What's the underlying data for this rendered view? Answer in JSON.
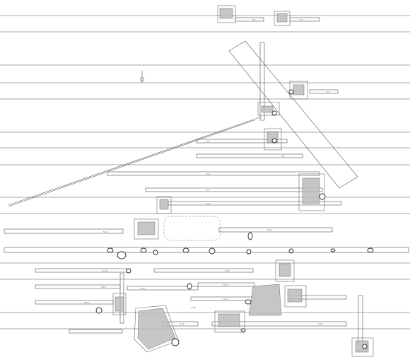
{
  "bar_labels": [
    "5.1",
    "5.2",
    "5.3",
    "5.4",
    "5.5",
    "5.6",
    "5.7",
    "5.8",
    "5.9",
    "5.10",
    "5.11",
    "5.12",
    "5.13",
    "5.14",
    "5.15",
    "5.16",
    "5.17",
    "5.18",
    "5.19",
    "5.20"
  ]
}
